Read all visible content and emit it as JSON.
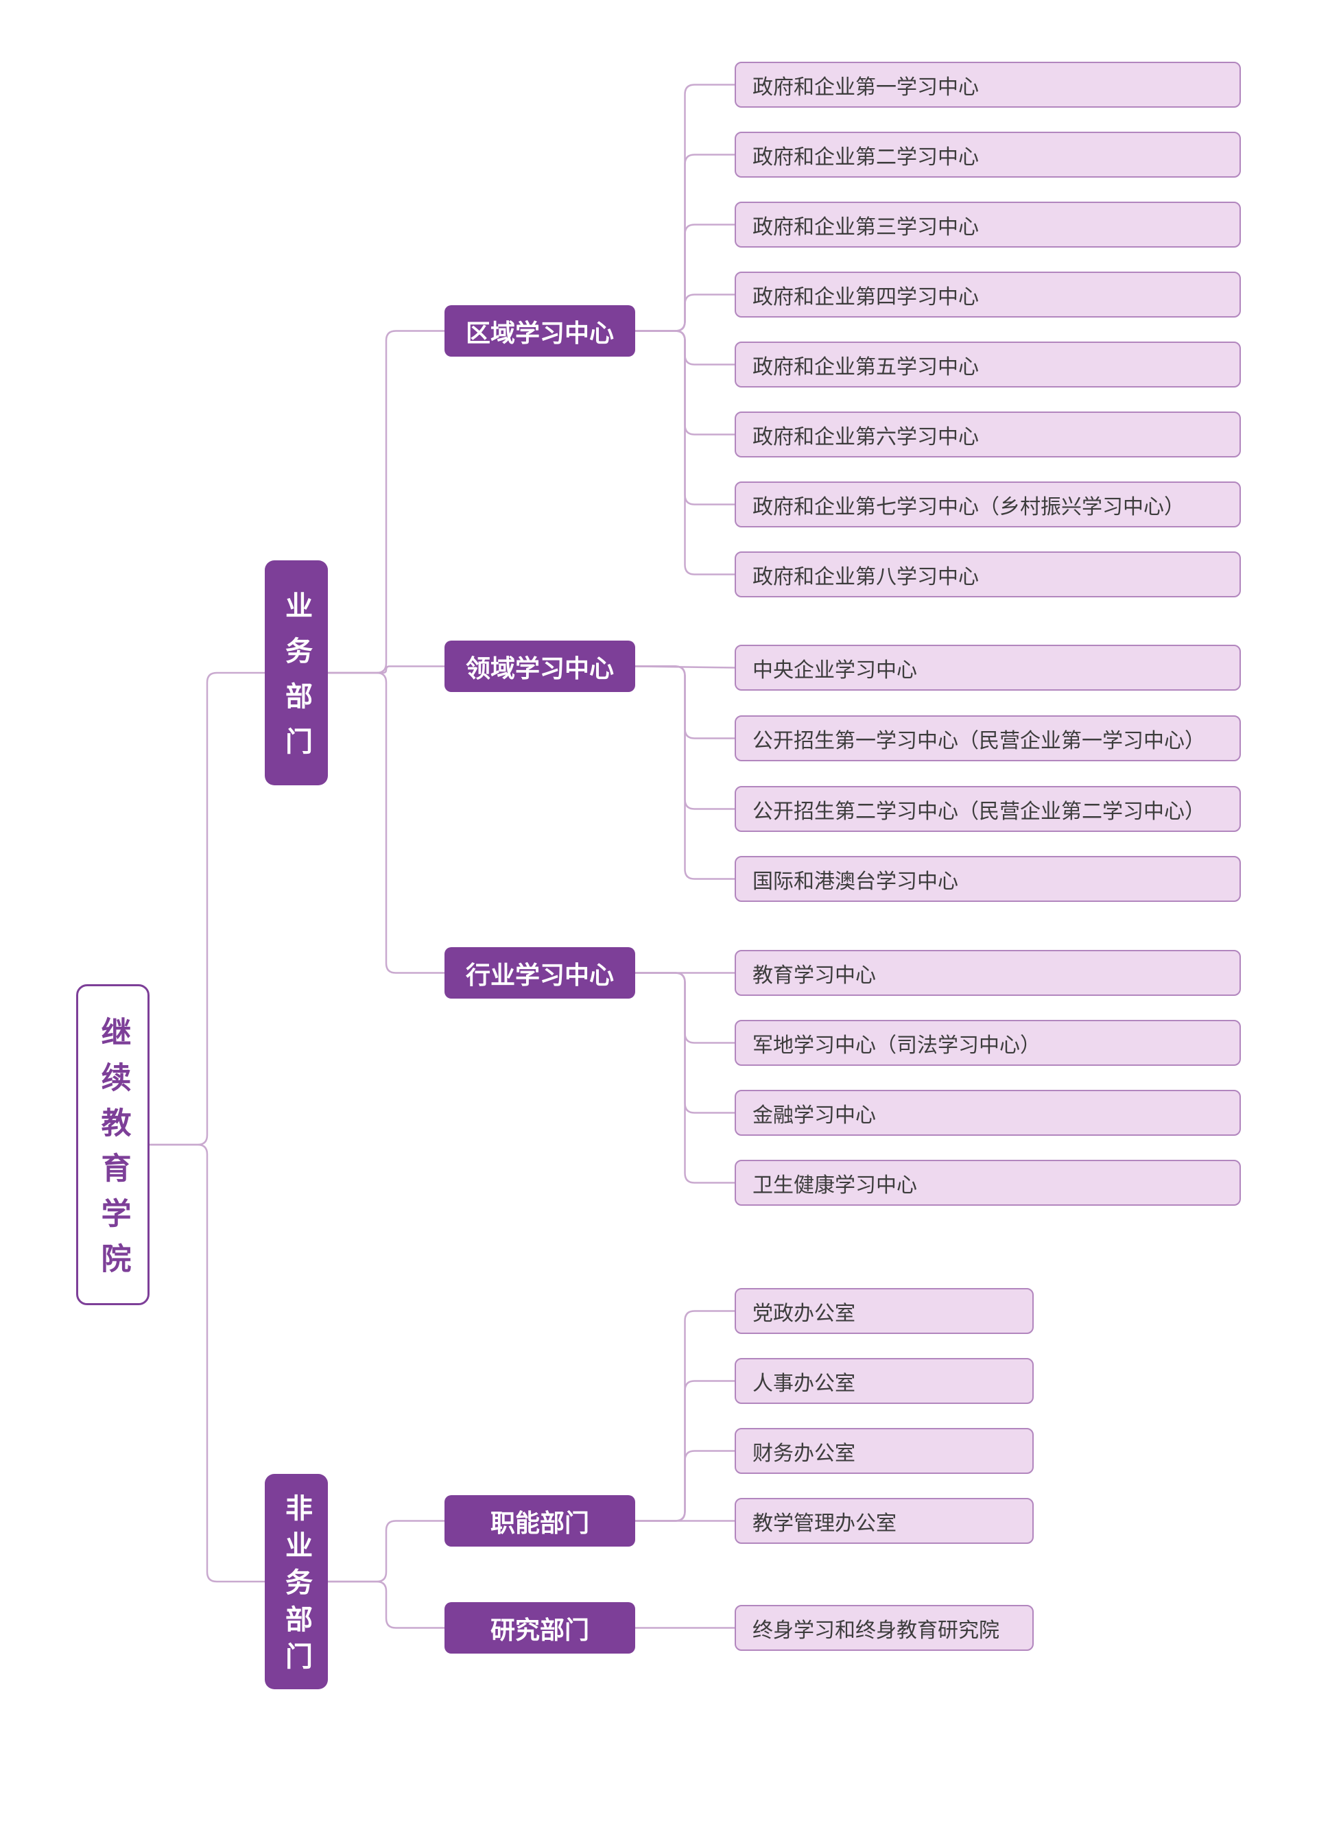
{
  "root": {
    "label": "继续教育学院"
  },
  "branches": [
    {
      "label": "业务部门",
      "groups": [
        {
          "label": "区域学习中心",
          "items": [
            "政府和企业第一学习中心",
            "政府和企业第二学习中心",
            "政府和企业第三学习中心",
            "政府和企业第四学习中心",
            "政府和企业第五学习中心",
            "政府和企业第六学习中心",
            "政府和企业第七学习中心（乡村振兴学习中心）",
            "政府和企业第八学习中心"
          ]
        },
        {
          "label": "领域学习中心",
          "items": [
            "中央企业学习中心",
            "公开招生第一学习中心（民营企业第一学习中心）",
            "公开招生第二学习中心（民营企业第二学习中心）",
            "国际和港澳台学习中心"
          ]
        },
        {
          "label": "行业学习中心",
          "items": [
            "教育学习中心",
            "军地学习中心（司法学习中心）",
            "金融学习中心",
            "卫生健康学习中心"
          ]
        }
      ]
    },
    {
      "label": "非业务部门",
      "groups": [
        {
          "label": "职能部门",
          "items": [
            "党政办公室",
            "人事办公室",
            "财务办公室",
            "教学管理办公室"
          ]
        },
        {
          "label": "研究部门",
          "items": [
            "终身学习和终身教育研究院"
          ]
        }
      ]
    }
  ],
  "colors": {
    "node_purple": "#7d3f98",
    "leaf_fill": "#eed9ef",
    "leaf_border": "#b286be",
    "leaf_text": "#3c3c3c",
    "line": "#c9a9cf",
    "canvas_bg": "#ffffff"
  }
}
